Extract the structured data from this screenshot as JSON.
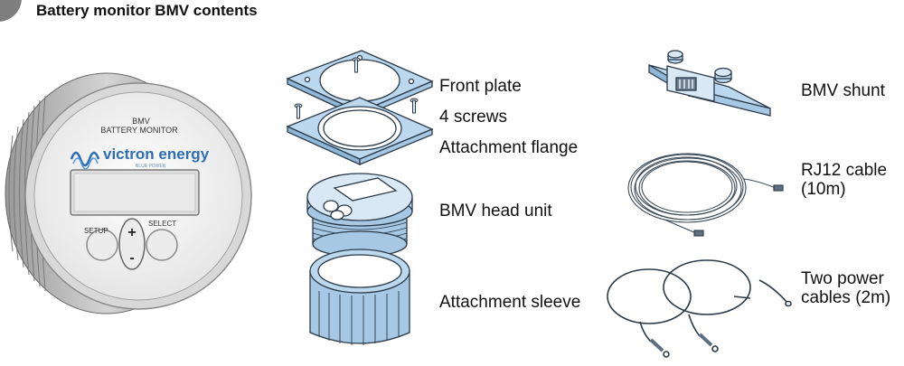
{
  "title": "Battery monitor BMV contents",
  "device": {
    "line1": "BMV",
    "line2": "BATTERY MONITOR",
    "brand": "victron energy",
    "tagline": "BLUE POWER",
    "setup": "SETUP",
    "select": "SELECT",
    "plus": "+",
    "minus": "-"
  },
  "labels": {
    "front_plate": "Front plate",
    "screws": "4 screws",
    "flange": "Attachment flange",
    "head_unit": "BMV head unit",
    "sleeve": "Attachment sleeve",
    "shunt": "BMV shunt",
    "rj12_line1": "RJ12 cable",
    "rj12_line2": "(10m)",
    "power_line1": "Two power",
    "power_line2": "cables (2m)"
  },
  "colors": {
    "part_fill": "#bcd8ee",
    "part_stroke": "#2b3a48",
    "brand_blue": "#2f6db5"
  }
}
